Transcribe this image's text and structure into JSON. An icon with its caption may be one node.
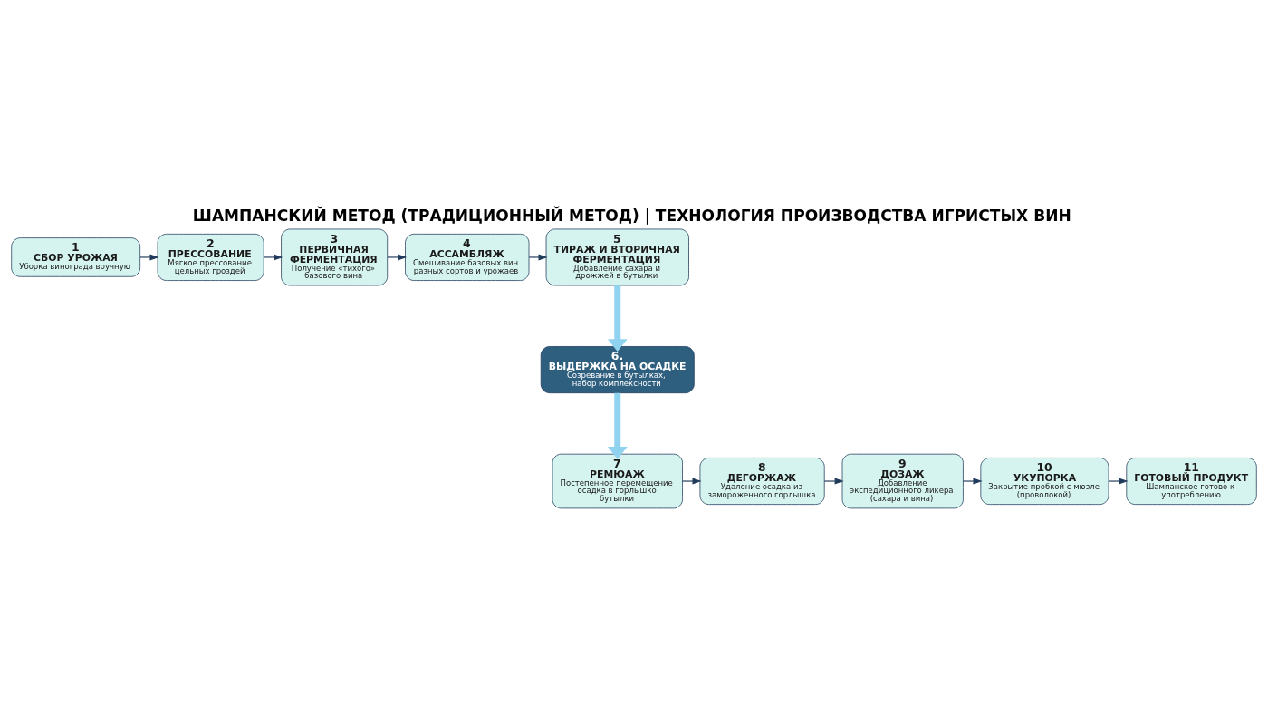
{
  "diagram": {
    "title": "ШАМПАНСКИЙ МЕТОД (ТРАДИЦИОННЫЙ МЕТОД) | ТЕХНОЛОГИЯ ПРОИЗВОДСТВА ИГРИСТЫХ ВИН",
    "nodes": [
      {
        "text": [
          "1",
          "СБОР УРОЖАЯ",
          "Уборка винограда вручную"
        ]
      },
      {
        "text": [
          "2",
          "ПРЕССОВАНИЕ",
          "Мягкое прессование цельных гроздей"
        ]
      },
      {
        "text": [
          "3",
          "ПЕРВИЧНАЯ ФЕРМЕНТАЦИЯ",
          "Получение «тихого» базового вина"
        ]
      },
      {
        "text": [
          "4",
          "АССАМБЛЯЖ",
          "Смешивание базовых вин разных сортов и урожаев"
        ]
      },
      {
        "text": [
          "5",
          "ТИРАЖ И ВТОРИЧНАЯ ФЕРМЕНТАЦИЯ",
          "Добавление сахара и дрожжей в бутылки"
        ]
      },
      {
        "text": [
          "6.",
          "ВЫДЕРЖКА НА ОСАДКЕ",
          "Созревание в бутылках, набор комплексности"
        ]
      },
      {
        "text": [
          "7",
          "РЕМЮАЖ",
          "Постепенное перемещение осадка в горлышко бутылки"
        ]
      },
      {
        "text": [
          "8",
          "ДЕГОРЖАЖ",
          "Удаление осадка из замороженного горлышка"
        ]
      },
      {
        "text": [
          "9",
          "ДОЗАЖ",
          "Добавление экспедиционного ликера (сахара и вина)"
        ]
      },
      {
        "text": [
          "10",
          "УКУПОРКА",
          "Закрытие пробкой с мюзле (проволокой)"
        ]
      },
      {
        "text": [
          "11",
          "ГОТОВЫЙ ПРОДУКТ",
          "Шампанское готово к употреблению"
        ]
      }
    ],
    "edges": [
      {
        "from": 0,
        "to": 1,
        "arrow": "to"
      },
      {
        "from": 1,
        "to": 2,
        "arrow": "to"
      },
      {
        "from": 2,
        "to": 3,
        "arrow": "to"
      },
      {
        "from": 3,
        "to": 4,
        "arrow": "to"
      },
      {
        "from": 4,
        "to": 5,
        "arrow": "to",
        "style": "thick",
        "color": "#8fd3f0"
      },
      {
        "from": 5,
        "to": 6,
        "arrow": "to",
        "style": "thick",
        "color": "#8fd3f0"
      },
      {
        "from": 6,
        "to": 7,
        "arrow": "to"
      },
      {
        "from": 7,
        "to": 8,
        "arrow": "to"
      },
      {
        "from": 8,
        "to": 9,
        "arrow": "to"
      },
      {
        "from": 9,
        "to": 10,
        "arrow": "to"
      }
    ]
  }
}
